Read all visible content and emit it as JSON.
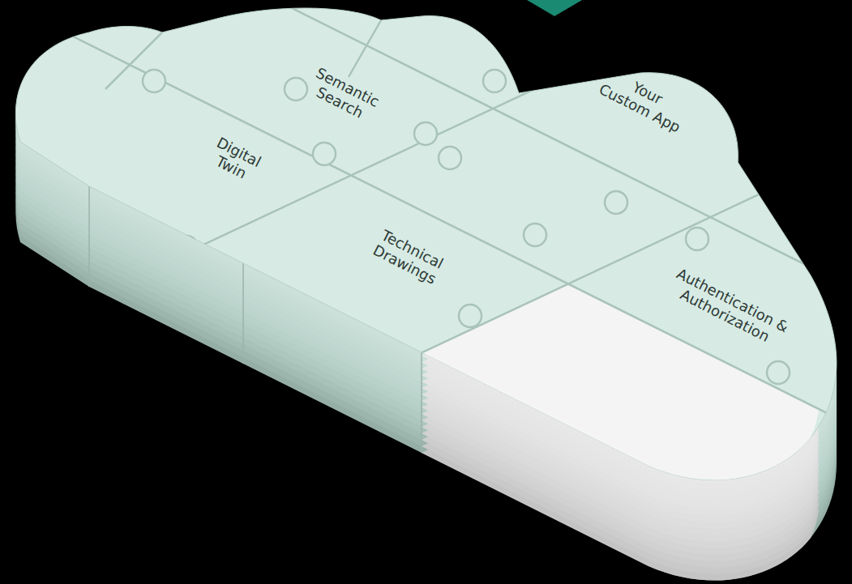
{
  "diagram": {
    "nodes": [
      {
        "text": [
          "Semantic Search"
        ]
      },
      {
        "text": [
          "Your Custom App"
        ]
      },
      {
        "text": [
          "Digital Twin"
        ]
      },
      {
        "text": [
          "Technical Drawings"
        ]
      },
      {
        "text": [
          "Authentication & Authorization"
        ]
      }
    ]
  }
}
